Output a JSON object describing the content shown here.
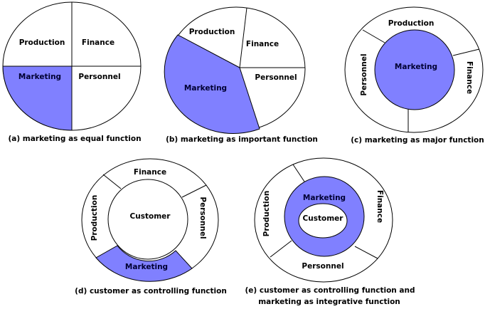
{
  "colors": {
    "marketing_fill": "#8080ff",
    "outline": "#000000",
    "background": "#ffffff"
  },
  "diagram_a": {
    "labels": {
      "production": "Production",
      "finance": "Finance",
      "marketing": "Marketing",
      "personnel": "Personnel"
    },
    "caption": "(a) marketing as equal function"
  },
  "diagram_b": {
    "labels": {
      "production": "Production",
      "finance": "Finance",
      "marketing": "Marketing",
      "personnel": "Personnel"
    },
    "caption": "(b) marketing as important function"
  },
  "diagram_c": {
    "labels": {
      "production": "Production",
      "finance": "Finance",
      "marketing": "Marketing",
      "personnel": "Personnel"
    },
    "caption": "(c) marketing as major function"
  },
  "diagram_d": {
    "labels": {
      "finance": "Finance",
      "customer": "Customer",
      "production": "Production",
      "personnel": "Personnel",
      "marketing": "Marketing"
    },
    "caption": "(d) customer as controlling function"
  },
  "diagram_e": {
    "labels": {
      "marketing": "Marketing",
      "customer": "Customer",
      "production": "Production",
      "finance": "Finance",
      "personnel": "Personnel"
    },
    "caption_line1": "(e) customer as controlling function and",
    "caption_line2": "marketing as integrative function"
  }
}
